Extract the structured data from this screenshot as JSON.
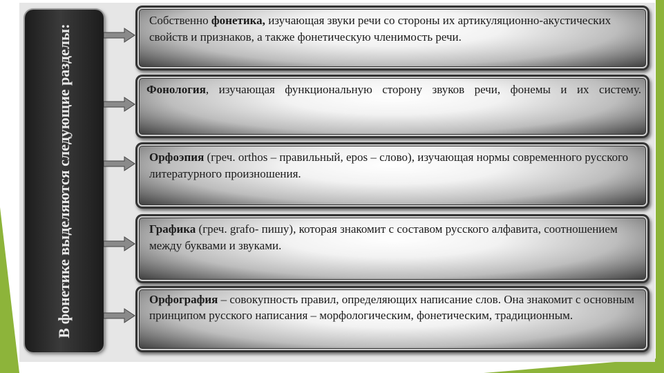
{
  "heading": "В фонетике выделяются следующие разделы:",
  "sections": [
    {
      "pre": "Собственно ",
      "term": "фонетика,",
      "post": " изучающая звуки речи со стороны их артикуляционно-акустических свойств и признаков, а также фонетическую членимость речи."
    },
    {
      "pre": "",
      "term": "Фонология",
      "post": ", изучающая функциональную сторону звуков речи, фонемы и их систему."
    },
    {
      "pre": "",
      "term": "Орфоэпия",
      "post": " (греч. orthos – правильный, epos – слово), изучающая нормы современного русского литературного произношения."
    },
    {
      "pre": "",
      "term": "Графика",
      "post": " (греч. grafo- пишу), которая знакомит с составом русского алфавита, соотношением между буквами и звуками."
    },
    {
      "pre": "",
      "term": "Орфография",
      "post": " – совокупность правил, определяющих написание слов. Она знакомит с основным принципом русского написания – морфологическим, фонетическим, традиционным."
    }
  ]
}
